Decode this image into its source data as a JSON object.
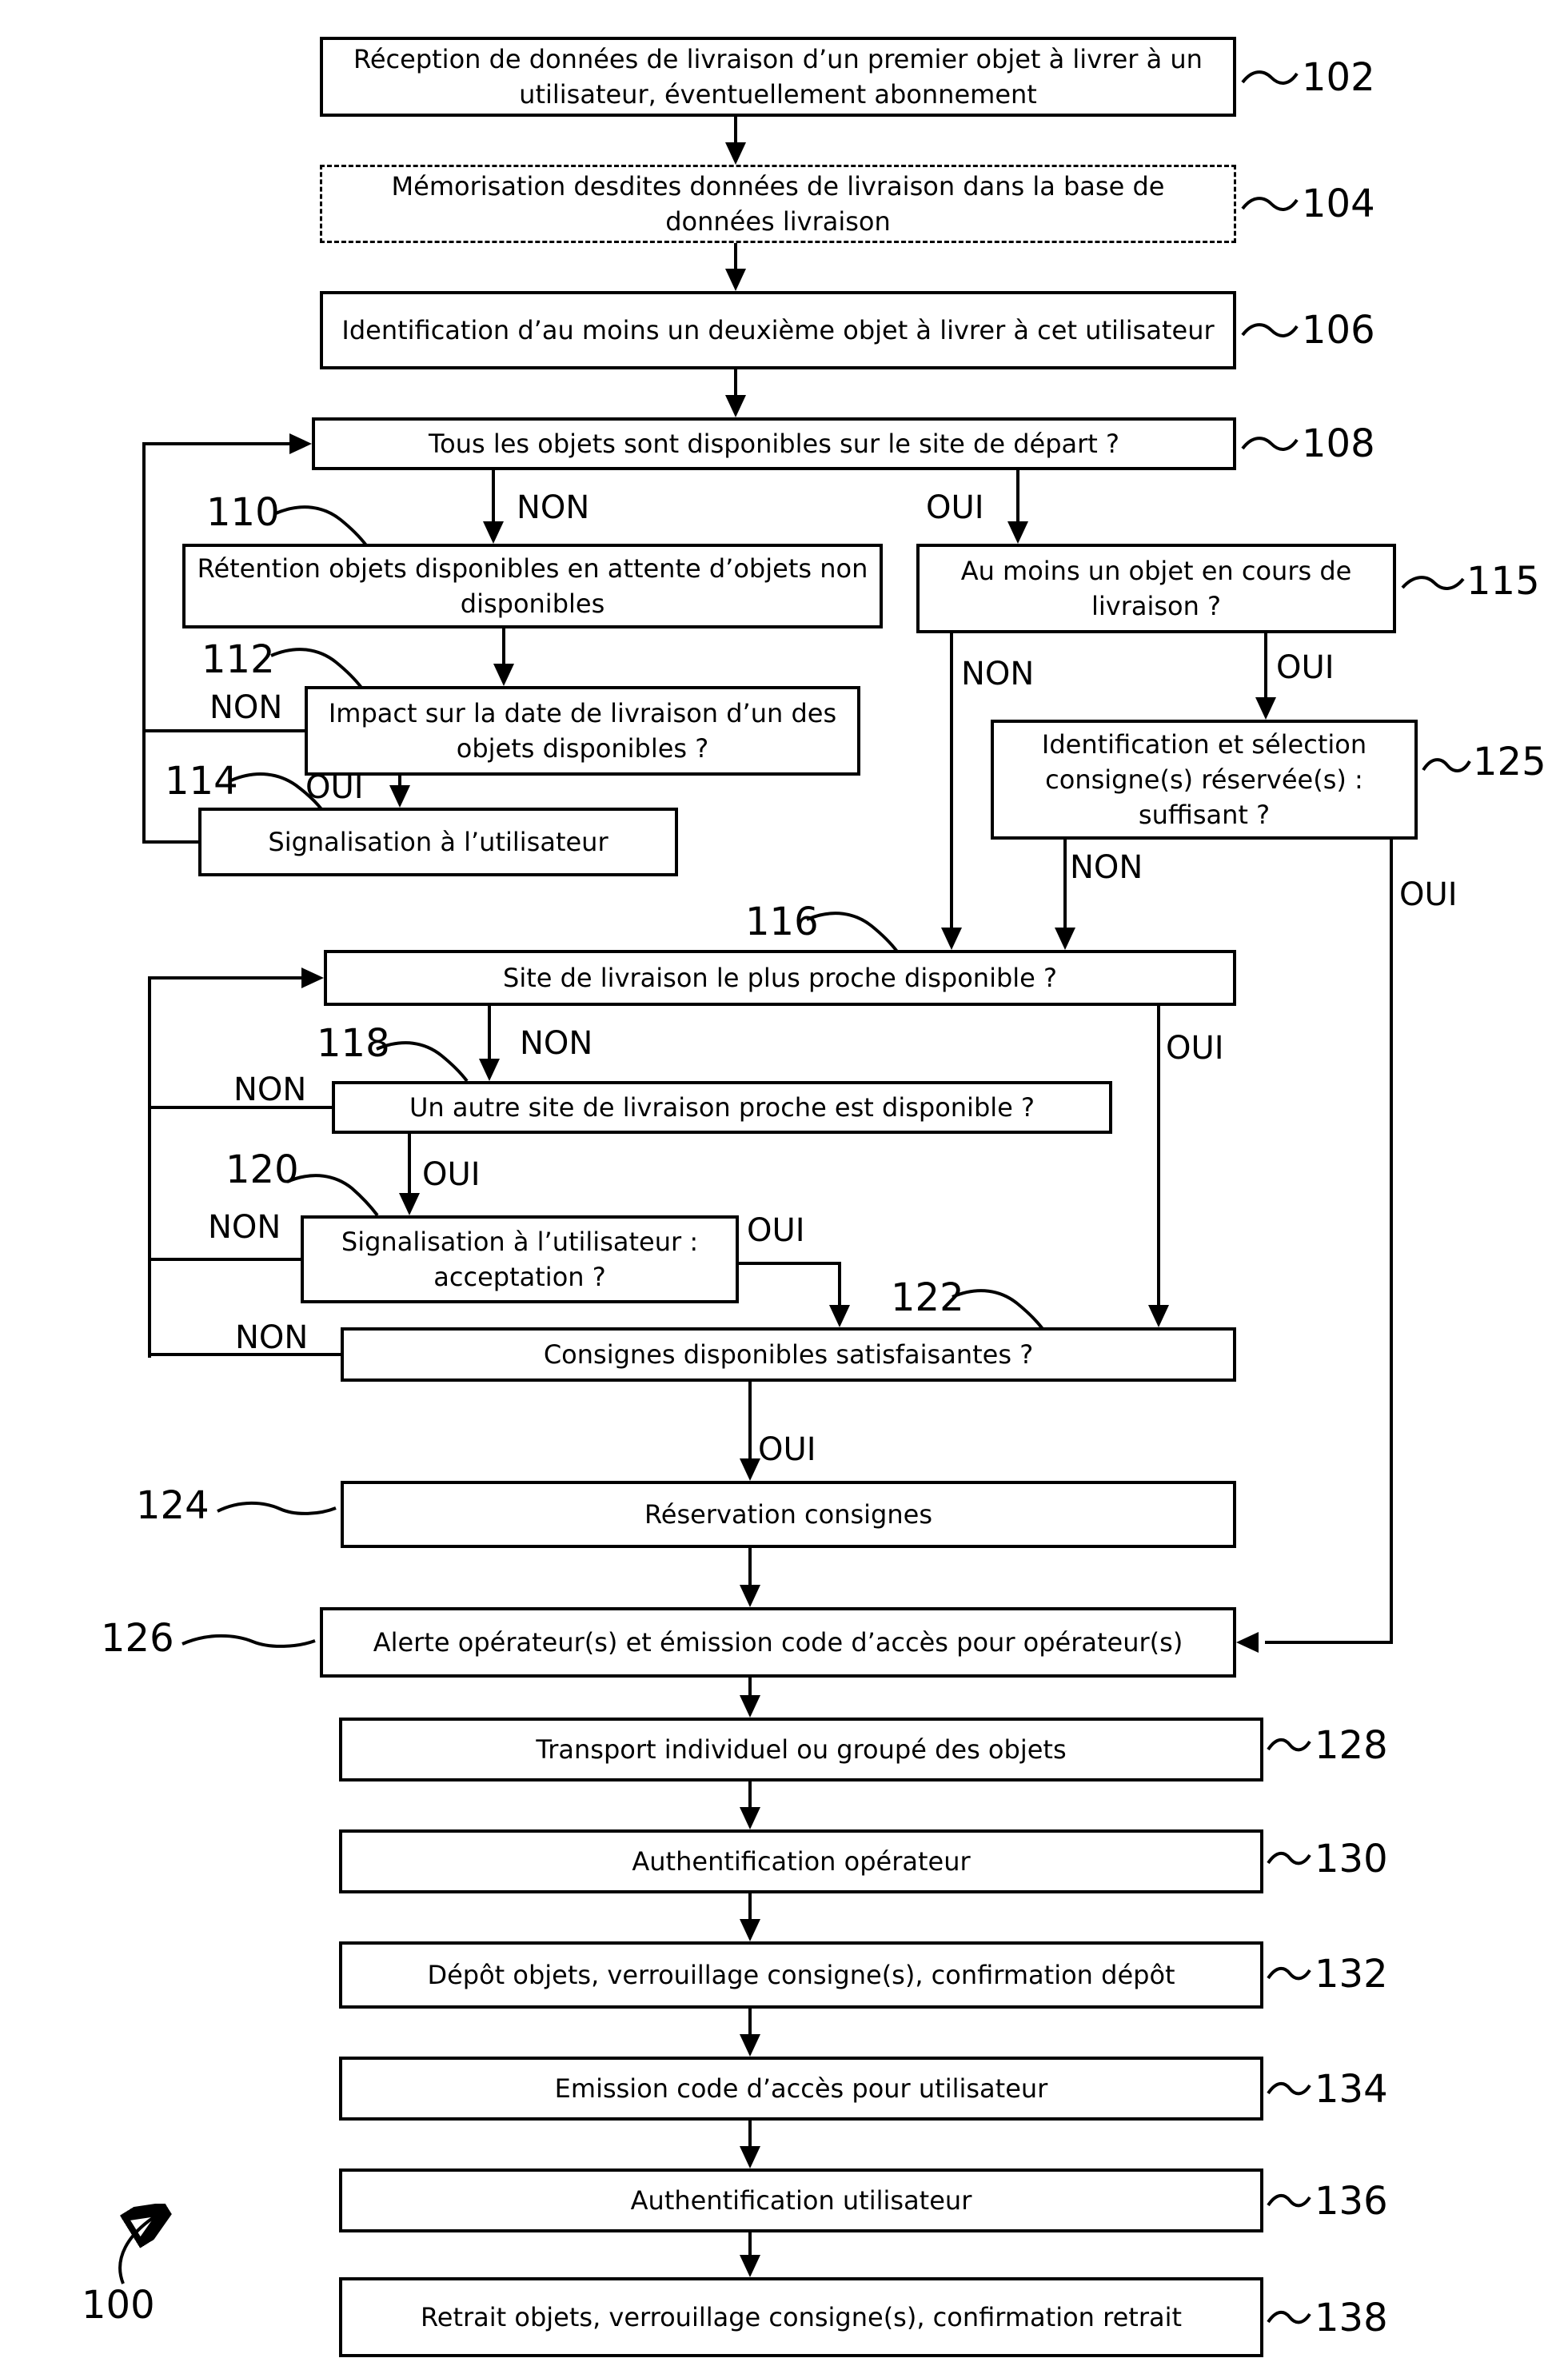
{
  "figure": {
    "label": "100"
  },
  "labels": {
    "oui": "OUI",
    "non": "NON"
  },
  "colors": {
    "line": "#000000",
    "background": "#ffffff",
    "text": "#000000"
  },
  "boxes": {
    "b102": {
      "ref": "102",
      "text": "Réception de données de livraison d’un premier objet à livrer à un utilisateur, éventuellement abonnement"
    },
    "b104": {
      "ref": "104",
      "text": "Mémorisation desdites données de livraison dans la base de données livraison"
    },
    "b106": {
      "ref": "106",
      "text": "Identification d’au moins un deuxième objet à livrer à cet utilisateur"
    },
    "b108": {
      "ref": "108",
      "text": "Tous les objets sont disponibles sur le site de départ ?"
    },
    "b110": {
      "ref": "110",
      "text": "Rétention objets disponibles en attente d’objets non disponibles"
    },
    "b112": {
      "ref": "112",
      "text": "Impact sur la date de livraison d’un des objets disponibles ?"
    },
    "b114": {
      "ref": "114",
      "text": "Signalisation à l’utilisateur"
    },
    "b115": {
      "ref": "115",
      "text": "Au moins un objet en cours de livraison ?"
    },
    "b116": {
      "ref": "116",
      "text": "Site de livraison le plus proche disponible ?"
    },
    "b118": {
      "ref": "118",
      "text": "Un autre site de livraison proche est disponible ?"
    },
    "b120": {
      "ref": "120",
      "text": "Signalisation à l’utilisateur : acceptation ?"
    },
    "b122": {
      "ref": "122",
      "text": "Consignes disponibles satisfaisantes ?"
    },
    "b124": {
      "ref": "124",
      "text": "Réservation consignes"
    },
    "b125": {
      "ref": "125",
      "text": "Identification et sélection consigne(s) réservée(s) : suffisant ?"
    },
    "b126": {
      "ref": "126",
      "text": "Alerte opérateur(s) et émission code d’accès pour opérateur(s)"
    },
    "b128": {
      "ref": "128",
      "text": "Transport individuel ou groupé des objets"
    },
    "b130": {
      "ref": "130",
      "text": "Authentification opérateur"
    },
    "b132": {
      "ref": "132",
      "text": "Dépôt objets, verrouillage consigne(s), confirmation dépôt"
    },
    "b134": {
      "ref": "134",
      "text": "Emission code d’accès pour utilisateur"
    },
    "b136": {
      "ref": "136",
      "text": "Authentification utilisateur"
    },
    "b138": {
      "ref": "138",
      "text": "Retrait objets, verrouillage consigne(s), confirmation retrait"
    }
  }
}
